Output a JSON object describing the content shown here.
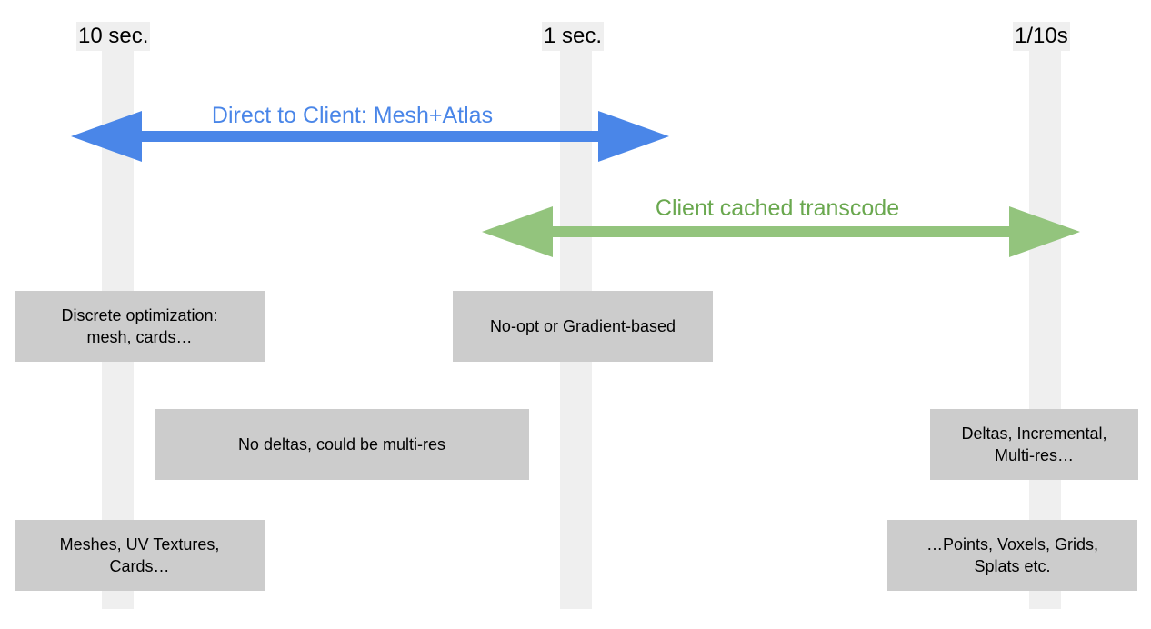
{
  "timeline": {
    "ticks": [
      {
        "label": "10 sec."
      },
      {
        "label": "1 sec."
      },
      {
        "label": "1/10s"
      }
    ],
    "bar_color": "#efefef"
  },
  "arrows": [
    {
      "label": "Direct to Client: Mesh+Atlas",
      "color": "#4a86e8",
      "from_tick": "10 sec.",
      "to_tick": "1 sec."
    },
    {
      "label": "Client cached transcode",
      "color": "#93c47d",
      "from_tick": "1 sec.",
      "to_tick": "1/10s"
    }
  ],
  "boxes": {
    "discrete_optimization": {
      "line1": "Discrete optimization:",
      "line2": "mesh, cards…"
    },
    "no_opt_gradient": {
      "line1": "No-opt or Gradient-based"
    },
    "no_deltas": {
      "line1": "No deltas, could be multi-res"
    },
    "deltas_incremental": {
      "line1": "Deltas, Incremental,",
      "line2": "Multi-res…"
    },
    "meshes_uv": {
      "line1": "Meshes, UV Textures,",
      "line2": "Cards…"
    },
    "points_voxels": {
      "line1": "…Points, Voxels, Grids,",
      "line2": "Splats etc."
    }
  },
  "box_color": "#cccccc"
}
